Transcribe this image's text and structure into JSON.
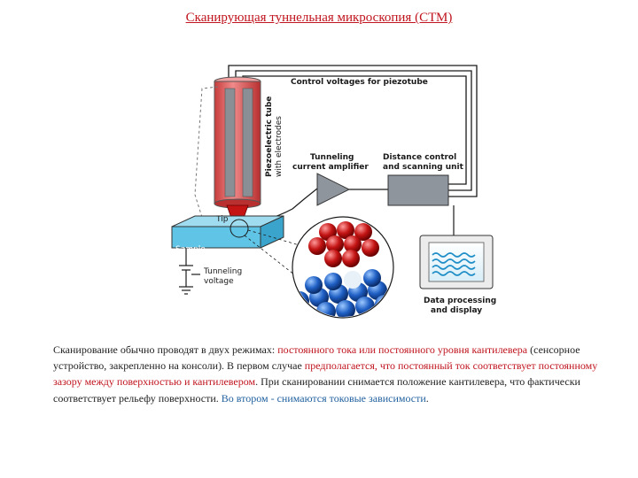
{
  "title": "Сканирующая туннельная микроскопия (СТМ)",
  "diagram": {
    "label_control": "Control voltages for piezotube",
    "label_piezo_1": "Piezoelectric tube",
    "label_piezo_2": "with electrodes",
    "label_amp_1": "Tunneling",
    "label_amp_2": "current amplifier",
    "label_dist_1": "Distance control",
    "label_dist_2": "and scanning unit",
    "label_tip": "Tip",
    "label_sample": "Sample",
    "label_tv_1": "Tunneling",
    "label_tv_2": "voltage",
    "label_data_1": "Data processing",
    "label_data_2": "and display"
  },
  "description": {
    "p1": "Сканирование обычно проводят в двух режимах: ",
    "p2": "постоянного тока или постоянного уровня кантилевера",
    "p3": " (сенсорное устройство, закрепленно на консоли). В первом случае ",
    "p4": "предполагается, что постоянный ток соответствует постоянному зазору между поверхностью и кантилевером",
    "p5": ". При сканировании снимается положение кантилевера, что фактически соответствует рельефу поверхности. ",
    "p6": "Во втором - снимаются токовые зависимости",
    "p7": "."
  },
  "colors": {
    "tube": "#e05a5a",
    "sample": "#5fc4e6",
    "top_atoms": "#c41414",
    "bottom_atoms": "#1f5fc4",
    "accent": "#c0141e",
    "blue": "#1f5f9e"
  }
}
